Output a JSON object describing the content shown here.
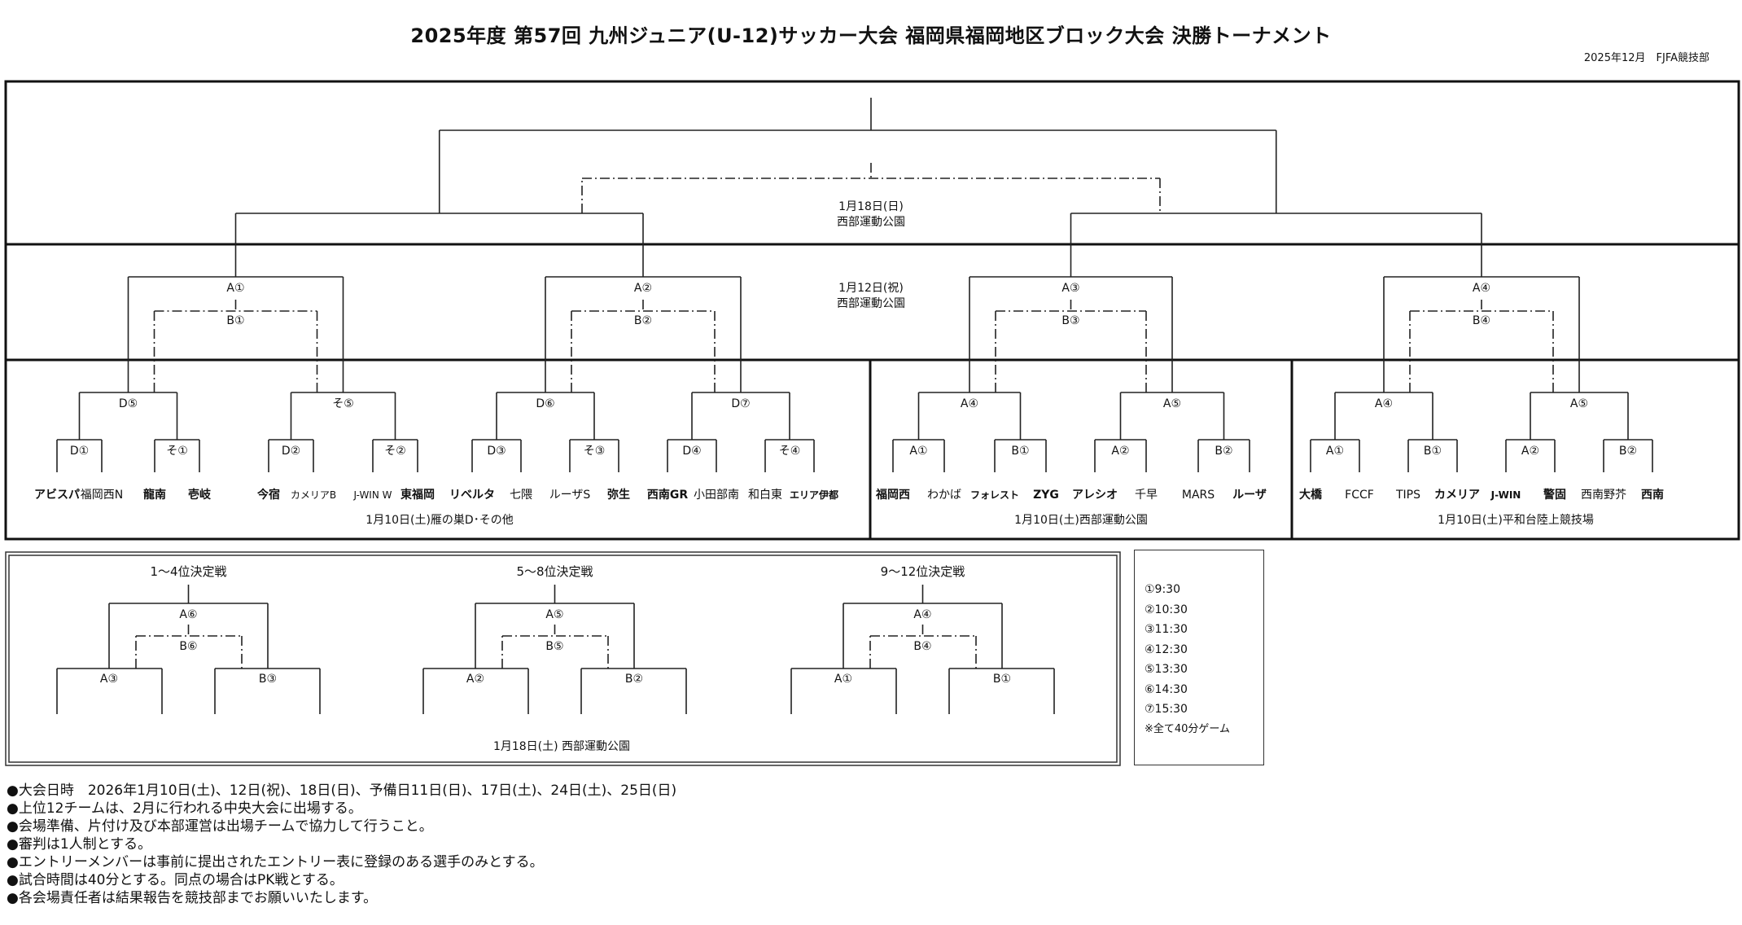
{
  "header": {
    "title": "2025年度 第57回 九州ジュニア(U-12)サッカー大会 福岡県福岡地区ブロック大会 決勝トーナメント",
    "issuer": "2025年12月　FJFA競技部"
  },
  "final_round": {
    "venue_date": "1月18日(日)",
    "venue_name": "西部運動公園"
  },
  "second_round": {
    "venue_date": "1月12日(祝)",
    "venue_name": "西部運動公園",
    "matches": [
      {
        "a": "A①",
        "b": "B①"
      },
      {
        "a": "A②",
        "b": "B②"
      },
      {
        "a": "A③",
        "b": "B③"
      },
      {
        "a": "A④",
        "b": "B④"
      }
    ]
  },
  "first_round": {
    "groups": [
      {
        "venue": "1月10日(土)雁の巣D･その他",
        "semis": [
          "D⑤",
          "そ⑤",
          "D⑥",
          "D⑦"
        ],
        "quarters": [
          "D①",
          "そ①",
          "D②",
          "そ②",
          "D③",
          "そ③",
          "D④",
          "そ④"
        ],
        "teams": [
          {
            "name": "アビスパ",
            "bold": true
          },
          {
            "name": "福岡西N",
            "bold": false
          },
          {
            "name": "龍南",
            "bold": true
          },
          {
            "name": "壱岐",
            "bold": true
          },
          {
            "name": "今宿",
            "bold": true
          },
          {
            "name": "カメリアB",
            "bold": false
          },
          {
            "name": "J-WIN W",
            "bold": false
          },
          {
            "name": "東福岡",
            "bold": true
          },
          {
            "name": "リベルタ",
            "bold": true
          },
          {
            "name": "七隈",
            "bold": false
          },
          {
            "name": "ルーザS",
            "bold": false
          },
          {
            "name": "弥生",
            "bold": true
          },
          {
            "name": "西南GR",
            "bold": true
          },
          {
            "name": "小田部南",
            "bold": false
          },
          {
            "name": "和白東",
            "bold": false
          },
          {
            "name": "エリア伊都",
            "bold": true
          }
        ]
      },
      {
        "venue": "1月10日(土)西部運動公園",
        "semis": [
          "A④",
          "A⑤"
        ],
        "quarters": [
          "A①",
          "B①",
          "A②",
          "B②"
        ],
        "teams": [
          {
            "name": "福岡西",
            "bold": true
          },
          {
            "name": "わかば",
            "bold": false
          },
          {
            "name": "フォレスト",
            "bold": true
          },
          {
            "name": "ZYG",
            "bold": true
          },
          {
            "name": "アレシオ",
            "bold": true
          },
          {
            "name": "千早",
            "bold": false
          },
          {
            "name": "MARS",
            "bold": false
          },
          {
            "name": "ルーザ",
            "bold": true
          }
        ]
      },
      {
        "venue": "1月10日(土)平和台陸上競技場",
        "semis": [
          "A④",
          "A⑤"
        ],
        "quarters": [
          "A①",
          "B①",
          "A②",
          "B②"
        ],
        "teams": [
          {
            "name": "大橋",
            "bold": true
          },
          {
            "name": "FCCF",
            "bold": false
          },
          {
            "name": "TIPS",
            "bold": false
          },
          {
            "name": "カメリア",
            "bold": true
          },
          {
            "name": "J-WIN",
            "bold": true
          },
          {
            "name": "警固",
            "bold": true
          },
          {
            "name": "西南野芥",
            "bold": false
          },
          {
            "name": "西南",
            "bold": true
          }
        ]
      }
    ]
  },
  "placement": {
    "venue": "1月18日(土) 西部運動公園",
    "brackets": [
      {
        "title": "1～4位決定戦",
        "final_a": "A⑥",
        "final_b": "B⑥",
        "left": "A③",
        "right": "B③"
      },
      {
        "title": "5～8位決定戦",
        "final_a": "A⑤",
        "final_b": "B⑤",
        "left": "A②",
        "right": "B②"
      },
      {
        "title": "9～12位決定戦",
        "final_a": "A④",
        "final_b": "B④",
        "left": "A①",
        "right": "B①"
      }
    ]
  },
  "schedule": {
    "times": [
      "①9:30",
      "②10:30",
      "③11:30",
      "④12:30",
      "⑤13:30",
      "⑥14:30",
      "⑦15:30"
    ],
    "note": "※全て40分ゲーム"
  },
  "notes": [
    "●大会日時　2026年1月10日(土)、12日(祝)、18日(日)、予備日11日(日)、17日(土)、24日(土)、25日(日)",
    "●上位12チームは、2月に行われる中央大会に出場する。",
    "●会場準備、片付け及び本部運営は出場チームで協力して行うこと。",
    "●審判は1人制とする。",
    "●エントリーメンバーは事前に提出されたエントリー表に登録のある選手のみとする。",
    "●試合時間は40分とする。同点の場合はPK戦とする。",
    "●各会場責任者は結果報告を競技部までお願いいたします。"
  ]
}
